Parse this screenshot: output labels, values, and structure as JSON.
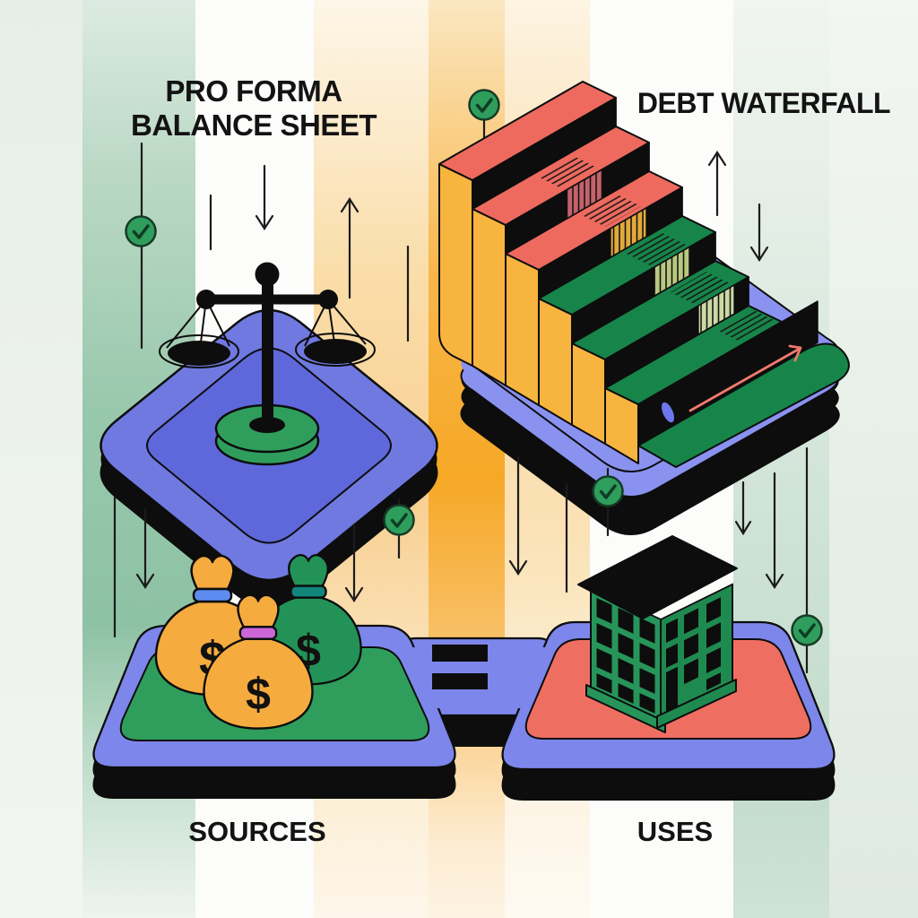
{
  "titles": {
    "balance_sheet_line1": "PRO FORMA",
    "balance_sheet_line2": "BALANCE SHEET",
    "debt_waterfall": "DEBT WATERFALL"
  },
  "labels": {
    "sources": "SOURCES",
    "uses": "USES"
  },
  "equals_sign": "=",
  "money_bags": [
    {
      "symbol": "$",
      "body_color": "#f6ab3f",
      "band_color": "#5c8cf0"
    },
    {
      "symbol": "$",
      "body_color": "#f6ab3f",
      "band_color": "#cb66d8"
    },
    {
      "symbol": "$",
      "body_color": "#239257",
      "band_color": "#12857a"
    }
  ],
  "icons": [
    "check-circle-icon",
    "down-arrow-icon",
    "up-arrow-icon",
    "balance-scale-icon",
    "debt-waterfall-stairs-icon",
    "money-bag-icon",
    "building-icon",
    "equals-sign"
  ],
  "colors": {
    "periwinkle": "#6f79e0",
    "periwinkle_light": "#8a92f0",
    "slab_periwinkle": "#7d86ea",
    "green": "#2f9e5d",
    "green_dark": "#1f8a50",
    "stair_green": "#17854a",
    "salmon": "#ef6e62",
    "yellow": "#f7b43f",
    "black": "#0d0d0d",
    "orange_stripe": "#f6a826",
    "cascade_red": "#c4626b",
    "cascade_mustard": "#e2a93b",
    "cascade_olive": "#b9c87e",
    "cascade_sage": "#ccd9a4",
    "arrow_salmon": "#ef7a6d"
  }
}
